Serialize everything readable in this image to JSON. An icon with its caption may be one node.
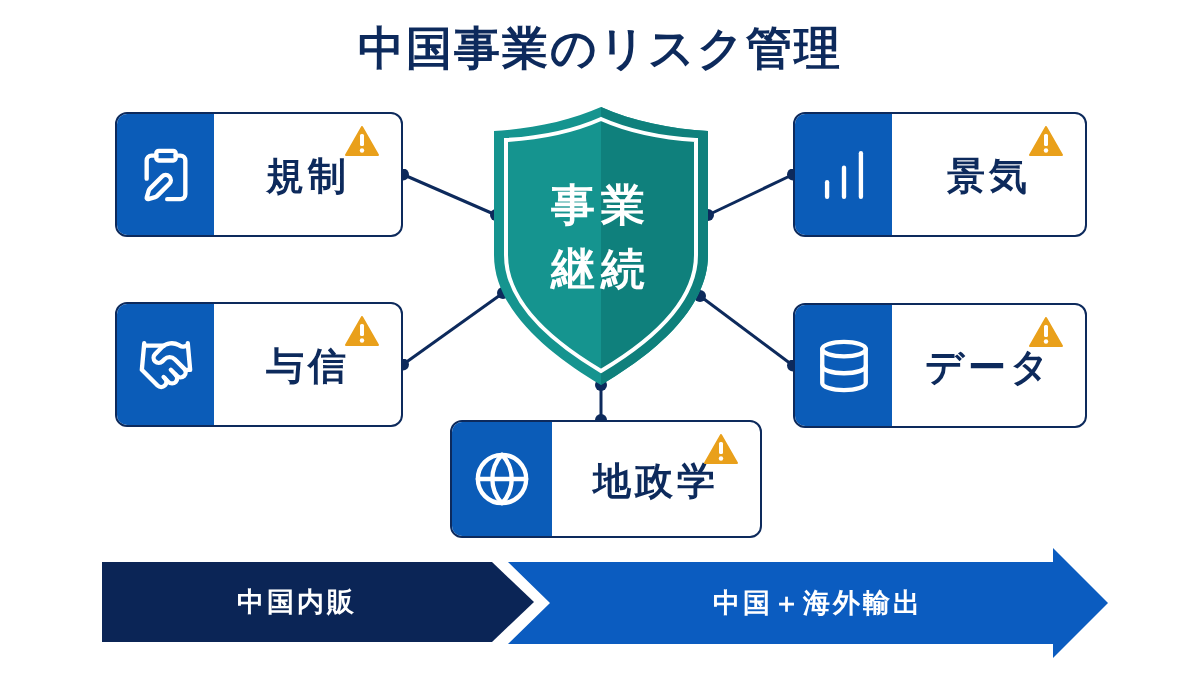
{
  "diagram": {
    "title": "中国事業のリスク管理",
    "nodes": [
      {
        "text": [
          "事業継続"
        ]
      },
      {
        "text": [
          "規制"
        ]
      },
      {
        "text": [
          "景気"
        ]
      },
      {
        "text": [
          "与信"
        ]
      },
      {
        "text": [
          "データ"
        ]
      },
      {
        "text": [
          "地政学"
        ]
      },
      {
        "text": [
          "中国内販"
        ]
      },
      {
        "text": [
          "中国＋海外輸出"
        ]
      }
    ],
    "edges": [
      {
        "from": 1,
        "to": 0,
        "arrow": "other"
      },
      {
        "from": 2,
        "to": 0,
        "arrow": "other"
      },
      {
        "from": 3,
        "to": 0,
        "arrow": "other"
      },
      {
        "from": 4,
        "to": 0,
        "arrow": "other"
      },
      {
        "from": 5,
        "to": 0,
        "arrow": "other"
      }
    ]
  }
}
